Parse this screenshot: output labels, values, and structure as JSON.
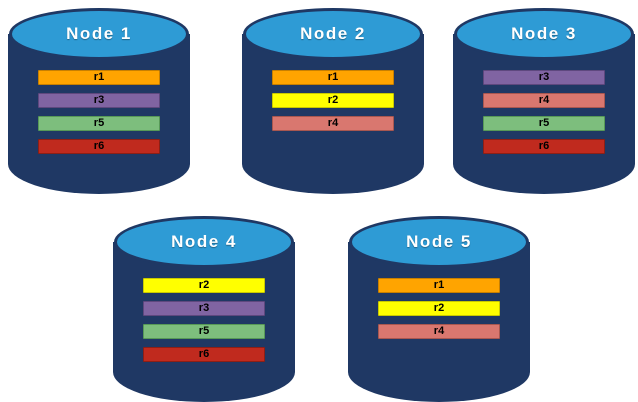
{
  "diagram": {
    "nodes": [
      {
        "label": "Node 1",
        "records": [
          "r1",
          "r3",
          "r5",
          "r6"
        ]
      },
      {
        "label": "Node 2",
        "records": [
          "r1",
          "r2",
          "r4"
        ]
      },
      {
        "label": "Node 3",
        "records": [
          "r3",
          "r4",
          "r5",
          "r6"
        ]
      },
      {
        "label": "Node 4",
        "records": [
          "r2",
          "r3",
          "r5",
          "r6"
        ]
      },
      {
        "label": "Node 5",
        "records": [
          "r1",
          "r2",
          "r4"
        ]
      }
    ],
    "record_colors": {
      "r1": {
        "bg": "#FFA400",
        "border": "#C77F00"
      },
      "r2": {
        "bg": "#FFFF00",
        "border": "#C9C900"
      },
      "r3": {
        "bg": "#8064A2",
        "border": "#5E487E"
      },
      "r4": {
        "bg": "#D9776F",
        "border": "#A85750"
      },
      "r5": {
        "bg": "#7DBE7D",
        "border": "#579957"
      },
      "r6": {
        "bg": "#C02A1E",
        "border": "#8C1F16"
      }
    },
    "cylinder_colors": {
      "body": "#1F3864",
      "top": "#2E9BD5"
    }
  }
}
